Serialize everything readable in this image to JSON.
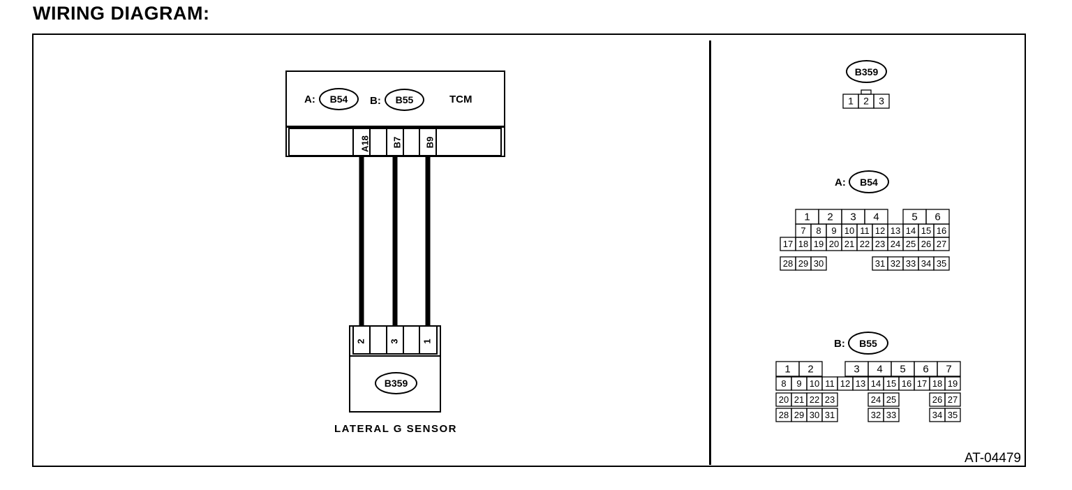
{
  "title": "WIRING DIAGRAM:",
  "diagram_code": "AT-04479",
  "tcm": {
    "name": "TCM",
    "connector_a_prefix": "A:",
    "connector_a": "B54",
    "connector_b_prefix": "B:",
    "connector_b": "B55",
    "pins": [
      "A18",
      "B7",
      "B9"
    ]
  },
  "sensor": {
    "name": "LATERAL G SENSOR",
    "connector": "B359",
    "pins": [
      "2",
      "3",
      "1"
    ]
  },
  "connector_views": {
    "b359": {
      "label": "B359",
      "pins": [
        "1",
        "2",
        "3"
      ]
    },
    "b54": {
      "prefix": "A:",
      "label": "B54",
      "rows": [
        [
          "1",
          "2",
          "3",
          "4",
          "",
          "5",
          "6"
        ],
        [
          "7",
          "8",
          "9",
          "10",
          "11",
          "12",
          "13",
          "14",
          "15",
          "16"
        ],
        [
          "17",
          "18",
          "19",
          "20",
          "21",
          "22",
          "23",
          "24",
          "25",
          "26",
          "27"
        ],
        [
          "28",
          "29",
          "30",
          "31",
          "32",
          "33",
          "34",
          "35"
        ]
      ]
    },
    "b55": {
      "prefix": "B:",
      "label": "B55",
      "rows": [
        [
          "1",
          "2",
          "3",
          "4",
          "5",
          "6",
          "7"
        ],
        [
          "8",
          "9",
          "10",
          "11",
          "12",
          "13",
          "14",
          "15",
          "16",
          "17",
          "18",
          "19"
        ],
        [
          "20",
          "21",
          "22",
          "23",
          "24",
          "25",
          "26",
          "27"
        ],
        [
          "28",
          "29",
          "30",
          "31",
          "32",
          "33",
          "34",
          "35"
        ]
      ]
    }
  }
}
